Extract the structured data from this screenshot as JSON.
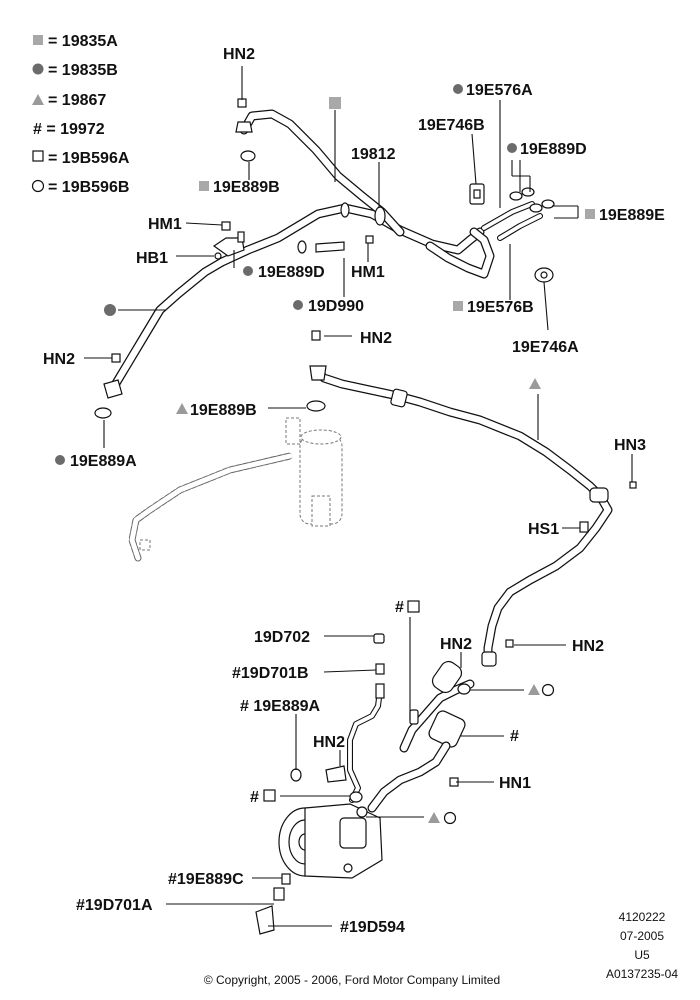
{
  "legend": [
    {
      "symbol": "grey-square",
      "text": "= 19835A"
    },
    {
      "symbol": "grey-dot",
      "text": "= 19835B"
    },
    {
      "symbol": "grey-triangle",
      "text": "= 19867"
    },
    {
      "symbol": "hash",
      "text": "# = 19972"
    },
    {
      "symbol": "open-square",
      "text": "= 19B596A"
    },
    {
      "symbol": "open-circle",
      "text": "= 19B596B"
    }
  ],
  "callouts": {
    "hn2_top": "HN2",
    "e889b": "19E889B",
    "c19812": "19812",
    "e576a": "19E576A",
    "e746b": "19E746B",
    "e889d_r": "19E889D",
    "e889e": "19E889E",
    "e576b": "19E576B",
    "e746a": "19E746A",
    "hm1_l": "HM1",
    "hb1": "HB1",
    "e889d_l": "19E889D",
    "hm1_r": "HM1",
    "d990": "19D990",
    "hn2_left": "HN2",
    "e889a_l": "19E889A",
    "hn2_mid": "HN2",
    "e889b_mid": "19E889B",
    "hn3": "HN3",
    "hs1": "HS1",
    "hash_sq_top": "#",
    "d702": "19D702",
    "d701b": "#19D701B",
    "hn2_c1": "HN2",
    "hn2_c2": "HN2",
    "e889a_c": "# 19E889A",
    "hn2_c3": "HN2",
    "hash_r": "#",
    "hash_sq_l": "#",
    "hn1": "HN1",
    "e889c": "#19E889C",
    "d701a": "#19D701A",
    "d594": "#19D594"
  },
  "footer": {
    "ref1": "4120222",
    "ref2": "07-2005",
    "ref3": "U5",
    "ref4": "A0137235-04",
    "copyright": "© Copyright, 2005 - 2006, Ford Motor Company Limited"
  },
  "colors": {
    "symbol_grey": "#a8a8a8",
    "dot_grey": "#6b6b6b",
    "line": "#111111"
  }
}
